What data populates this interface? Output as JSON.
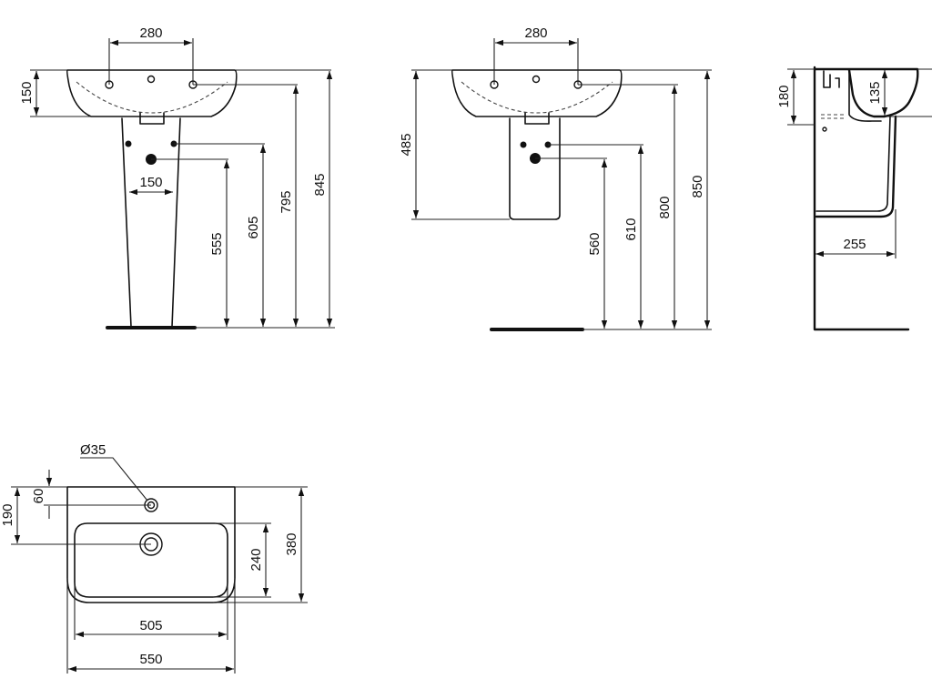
{
  "dimensions": {
    "front_pedestal": {
      "tap_spacing": "280",
      "basin_height": "150",
      "waste_spacing": "150",
      "h555": "555",
      "h605": "605",
      "h795": "795",
      "h845": "845"
    },
    "front_semi_pedestal": {
      "tap_spacing": "280",
      "h485": "485",
      "h560": "560",
      "h610": "610",
      "h800": "800",
      "h850": "850"
    },
    "side": {
      "h180": "180",
      "h135": "135",
      "depth": "255"
    },
    "top": {
      "tap_hole": "Ø35",
      "v60": "60",
      "v190": "190",
      "v240": "240",
      "v380": "380",
      "w505": "505",
      "w550": "550"
    }
  },
  "colors": {
    "line": "#111111",
    "background": "#ffffff"
  }
}
